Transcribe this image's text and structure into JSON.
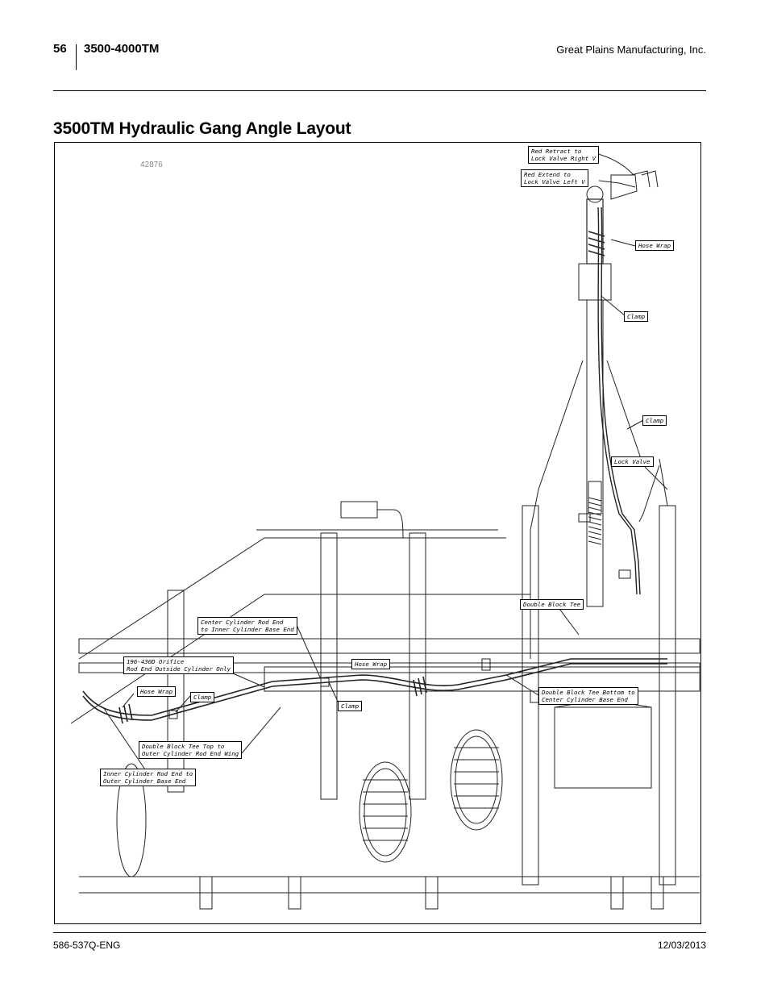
{
  "header": {
    "page_number": "56",
    "model": "3500-4000TM",
    "company": "Great Plains Manufacturing, Inc."
  },
  "title": "3500TM Hydraulic Gang Angle Layout",
  "figure": {
    "number": "42876",
    "callouts": [
      {
        "id": "red-retract",
        "text": "Red Retract to\nLock Valve Right V"
      },
      {
        "id": "red-extend",
        "text": "Red Extend to\nLock Valve Left V"
      },
      {
        "id": "hose-wrap-top",
        "text": "Hose Wrap"
      },
      {
        "id": "clamp-upper",
        "text": "Clamp"
      },
      {
        "id": "clamp-mid",
        "text": "Clamp"
      },
      {
        "id": "lock-valve",
        "text": "Lock Valve"
      },
      {
        "id": "double-block-tee",
        "text": "Double Block Tee"
      },
      {
        "id": "center-cyl-rod",
        "text": "Center Cylinder Rod End\nto Inner Cylinder Base End"
      },
      {
        "id": "orifice",
        "text": "196-430D Orifice\nRod End Outside Cylinder Only"
      },
      {
        "id": "hose-wrap-center",
        "text": "Hose Wrap"
      },
      {
        "id": "double-block-tee-bottom",
        "text": "Double Block Tee Bottom to\nCenter Cylinder Base End"
      },
      {
        "id": "hose-wrap-left",
        "text": "Hose Wrap"
      },
      {
        "id": "clamp-left",
        "text": "Clamp"
      },
      {
        "id": "clamp-center",
        "text": "Clamp"
      },
      {
        "id": "double-block-tee-top",
        "text": "Double Block Tee Top to\nOuter Cylinder Rod End Wing"
      },
      {
        "id": "inner-cyl-rod",
        "text": "Inner Cylinder Rod End to\nOuter Cylinder Base End"
      }
    ]
  },
  "footer": {
    "doc_number": "586-537Q-ENG",
    "date": "12/03/2013"
  }
}
